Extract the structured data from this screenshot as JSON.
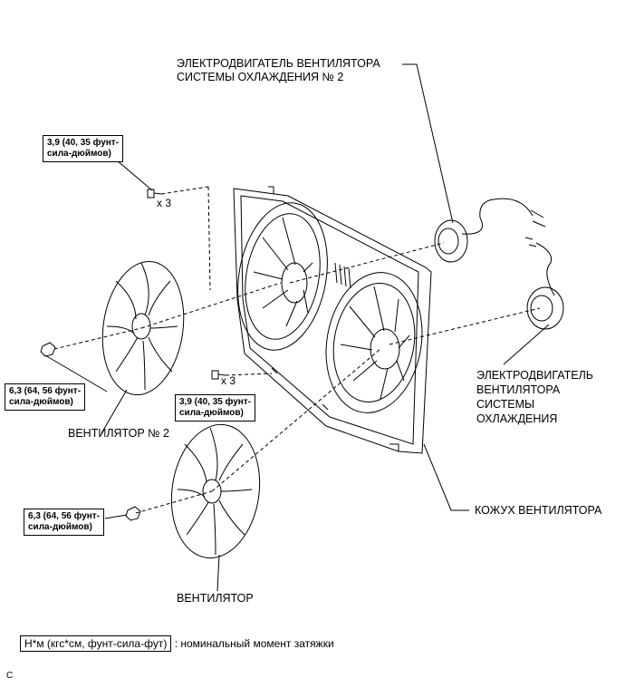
{
  "labels": {
    "motor2_line1": "ЭЛЕКТРОДВИГАТЕЛЬ ВЕНТИЛЯТОРА",
    "motor2_line2": "СИСТЕМЫ ОХЛАЖДЕНИЯ № 2",
    "motor1_line1": "ЭЛЕКТРОДВИГАТЕЛЬ",
    "motor1_line2": "ВЕНТИЛЯТОРА",
    "motor1_line3": "СИСТЕМЫ",
    "motor1_line4": "ОХЛАЖДЕНИЯ",
    "fan2": "ВЕНТИЛЯТОР № 2",
    "fan": "ВЕНТИЛЯТОР",
    "shroud": "КОЖУХ ВЕНТИЛЯТОРА"
  },
  "torque": {
    "top_l1": "3,9 (40, 35 фунт-",
    "top_l2": "сила-дюймов)",
    "mid_l1": "3,9 (40, 35 фунт-",
    "mid_l2": "сила-дюймов)",
    "fan2_l1": "6,3 (64, 56 фунт-",
    "fan2_l2": "сила-дюймов)",
    "fan_l1": "6,3 (64, 56 фунт-",
    "fan_l2": "сила-дюймов)"
  },
  "qty": {
    "top": "x 3",
    "mid": "x 3"
  },
  "legend": {
    "unit": "Н*м (кгс*см, фунт-сила-фут)",
    "desc": ": номинальный момент затяжки"
  },
  "figure_id": "C"
}
